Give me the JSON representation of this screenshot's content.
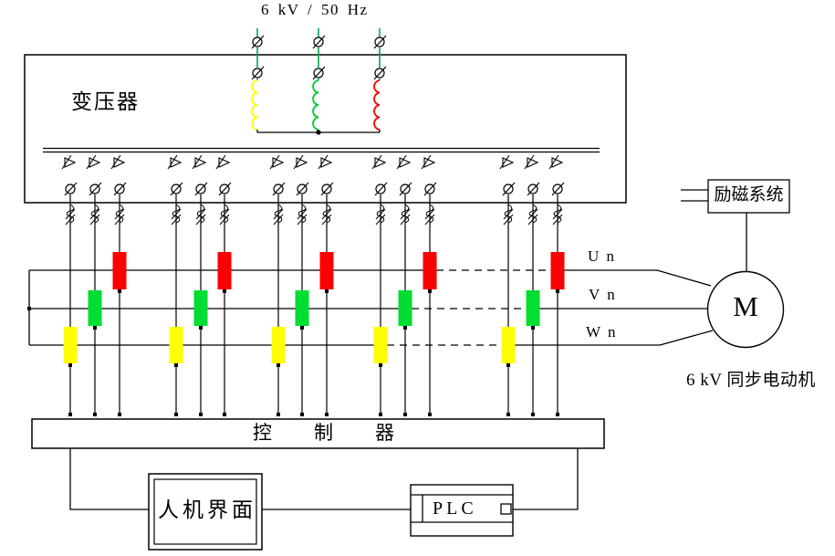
{
  "labels": {
    "supply": "6 kV / 50 Hz",
    "transformer": "变压器",
    "excitation": "励磁系统",
    "motor_symbol": "M",
    "motor_caption": "6 kV 同步电动机",
    "controller": "控制器",
    "hmi": "人机界面",
    "plc": "PLC",
    "phase_u": "U n",
    "phase_v": "V n",
    "phase_w": "W n"
  },
  "colors": {
    "phase_u_module": "#ff0000",
    "phase_v_module": "#00dd33",
    "phase_w_module": "#ffff00",
    "supply_wire": "#00a651",
    "coil_yellow": "#ffff00",
    "coil_green": "#00cc33",
    "coil_red": "#ff0000",
    "line": "#000000",
    "background": "#ffffff"
  },
  "structure": {
    "tap_groups": 5,
    "taps_per_group": 3,
    "phases": [
      {
        "name": "U",
        "label": "U n",
        "color": "#ff0000"
      },
      {
        "name": "V",
        "label": "V n",
        "color": "#00dd33"
      },
      {
        "name": "W",
        "label": "W n",
        "color": "#ffff00"
      }
    ]
  }
}
